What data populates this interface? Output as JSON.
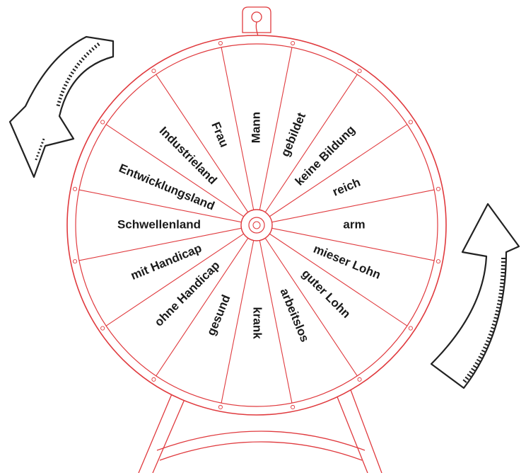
{
  "wheel": {
    "segments": [
      "Mann",
      "gebildet",
      "keine Bildung",
      "reich",
      "arm",
      "mieser Lohn",
      "guter Lohn",
      "arbeitslos",
      "krank",
      "gesund",
      "ohne Handicap",
      "mit Handicap",
      "Schwellenland",
      "Entwicklungsland",
      "Industrieland",
      "Frau"
    ],
    "accent_color": "#e03a3e"
  },
  "arrows": {
    "left": {
      "icon": "curved-arrow-counterclockwise",
      "color": "#222222"
    },
    "right": {
      "icon": "curved-arrow-up",
      "color": "#222222"
    }
  }
}
